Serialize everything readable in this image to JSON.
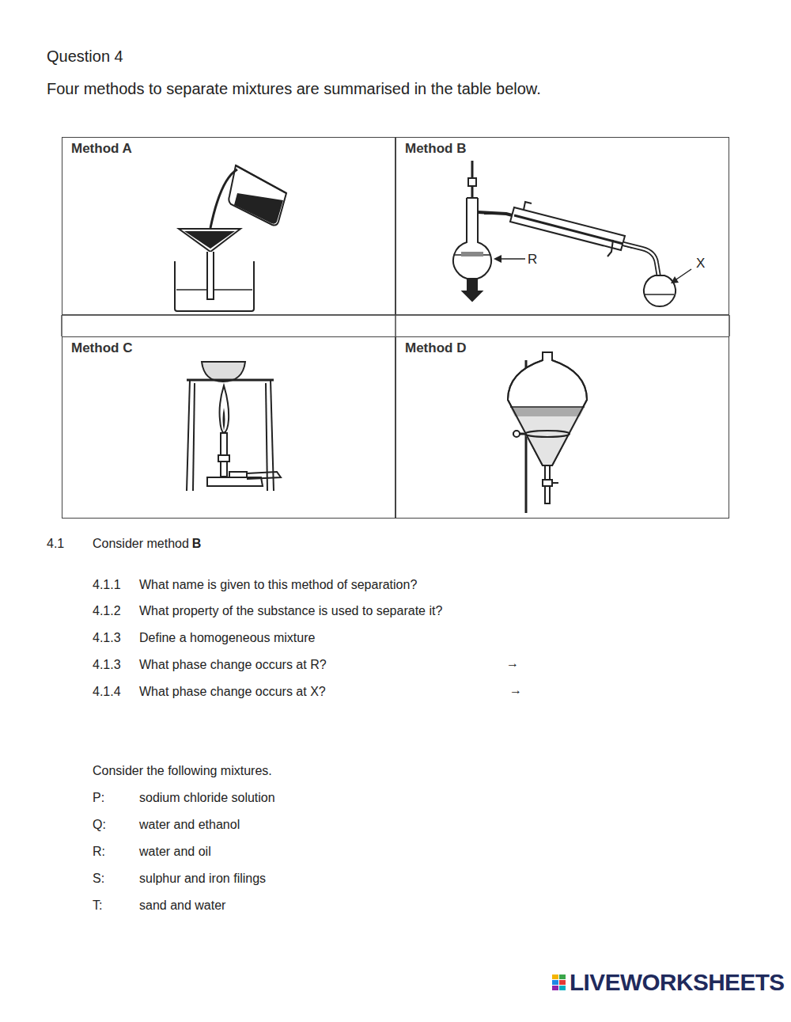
{
  "diagram": {
    "title": "Question 4",
    "nodes": [
      {
        "text": [
          "Method A"
        ]
      },
      {
        "text": [
          "Method B"
        ]
      },
      {
        "text": [
          "Method C"
        ]
      },
      {
        "text": [
          "Method D"
        ]
      }
    ],
    "labels": [
      "Four methods to separate mixtures are summarised in the table below.",
      "R",
      "X",
      "4.1",
      "Consider method",
      "B",
      "4.1.1",
      "What name is given to this method of separation?",
      "4.1.2",
      "What property of the substance is used to separate it?",
      "4.1.3",
      "Define a homogeneous mixture",
      "4.1.3",
      "What phase change occurs at R?",
      "→",
      "4.1.4",
      "What phase change occurs at X?",
      "→",
      "Consider the following mixtures.",
      "P:",
      "sodium chloride solution",
      "Q:",
      "water and ethanol",
      "R:",
      "water and oil",
      "S:",
      "sulphur and iron filings",
      "T:",
      "sand and water",
      "LIVEWORKSHEETS"
    ]
  }
}
